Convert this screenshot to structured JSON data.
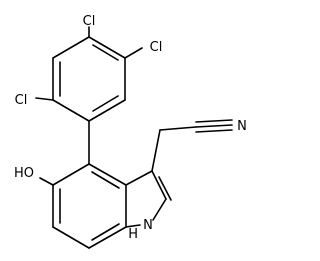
{
  "molecule": {
    "atom_labels": {
      "cl_top": "Cl",
      "cl_right": "Cl",
      "cl_left": "Cl",
      "nitrile_n": "N",
      "hydroxyl": "HO",
      "amine": "H",
      "amine_n": "N"
    }
  }
}
